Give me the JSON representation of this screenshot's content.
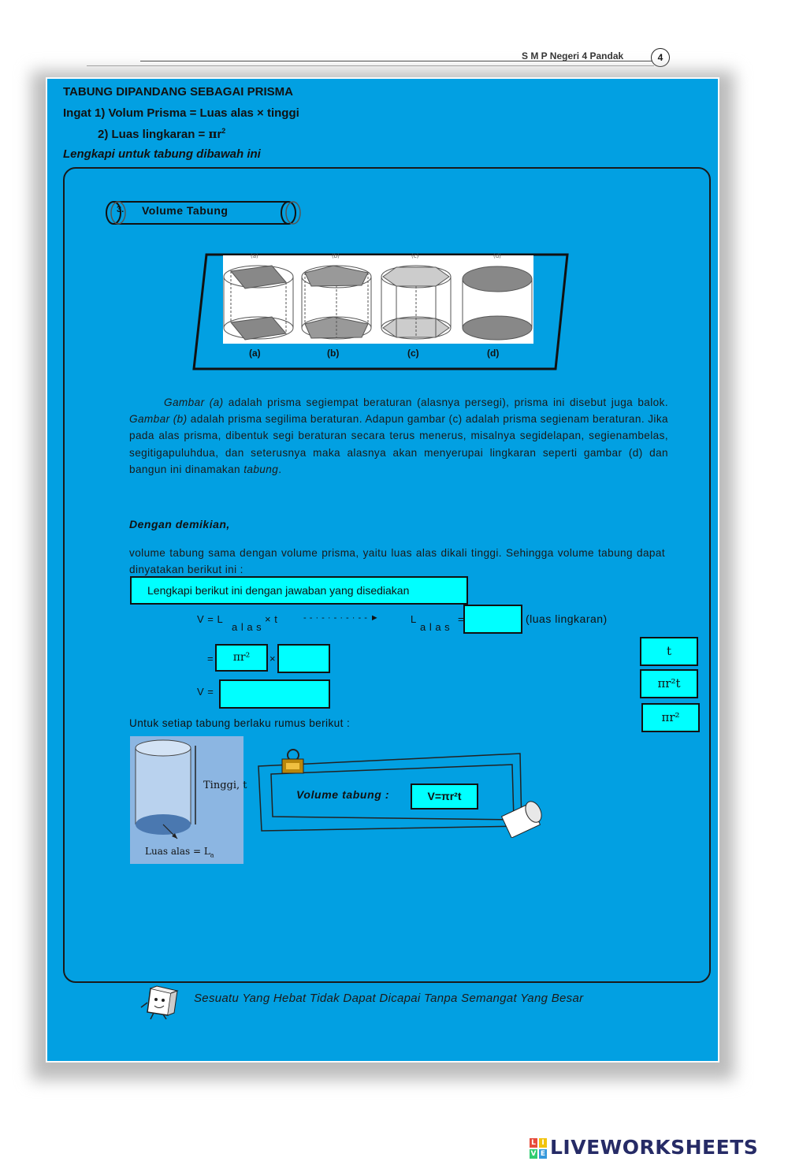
{
  "header": {
    "school": "S M P Negeri 4 Pandak",
    "page_number": "4"
  },
  "title": {
    "line1": "TABUNG DIPANDANG SEBAGAI PRISMA",
    "line2": "Ingat 1) Volum Prisma = Luas alas × tinggi",
    "line3": "2) Luas lingkaran = πr²",
    "line4": "Lengkapi untuk tabung dibawah ini"
  },
  "section": {
    "number": "3.",
    "label": "Volume Tabung"
  },
  "figure": {
    "top_labels": [
      "(a)",
      "(b)",
      "(c)",
      "(d)"
    ],
    "captions": [
      "(a)",
      "(b)",
      "(c)",
      "(d)"
    ]
  },
  "paragraph": {
    "text_italic1": "Gambar (a)",
    "text1": " adalah prisma segiempat beraturan (alasnya persegi), prisma ini disebut juga balok. ",
    "text_italic2": "Gambar (b)",
    "text2": " adalah prisma segilima beraturan. Adapun gambar (c) adalah prisma segienam beraturan. Jika pada alas prisma, dibentuk segi beraturan secara terus menerus, misalnya segidelapan, segienambelas, segitigapuluhdua, dan seterusnya maka alasnya akan menyerupai lingkaran seperti gambar (d) dan bangun ini dinamakan ",
    "text_italic3": "tabung",
    "text3": "."
  },
  "dengan": "Dengan demikian,",
  "paragraph2": "volume tabung sama dengan volume prisma, yaitu luas alas dikali tinggi. Sehingga volume tabung dapat dinyatakan berikut ini :",
  "instruction": "Lengkapi berikut ini dengan jawaban yang disediakan",
  "formula": {
    "v_eq": "V = L",
    "sub_alas": "a l a s",
    "times_t": "× t",
    "arrow": "- - · - · - · - · - - ►",
    "l": "L",
    "sub_alas2": "a l a s",
    "eq": "=",
    "luas_lingkaran": "(luas lingkaran)",
    "eq2": "=",
    "pi_r2": "πr²",
    "times": "×",
    "v_eq2": "V ="
  },
  "answers": [
    "t",
    "πr²t",
    "πr²"
  ],
  "untuk": "Untuk setiap tabung berlaku rumus berikut :",
  "cylinder": {
    "tinggi": "Tinggi, t",
    "luas_alas": "Luas alas = L",
    "luas_sub": "a"
  },
  "volume_tabung": {
    "label": "Volume tabung :",
    "value": "V=πr²t"
  },
  "footer": "Sesuatu Yang Hebat Tidak Dapat Dicapai Tanpa Semangat Yang Besar",
  "brand": {
    "name": "LIVEWORKSHEETS",
    "logo_letters": [
      "L",
      "I",
      "V",
      "E"
    ]
  },
  "colors": {
    "panel": "#02a0e2",
    "answer_box": "#00ffff",
    "brand": "#262b66"
  }
}
